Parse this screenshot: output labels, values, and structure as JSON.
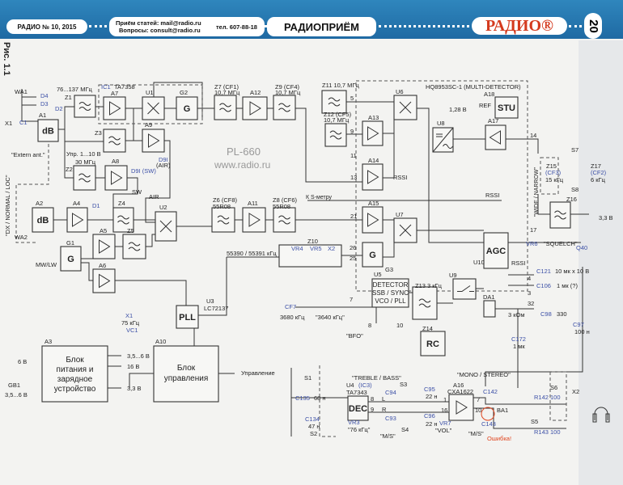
{
  "header": {
    "issue": "РАДИО № 10, 2015",
    "submissions": "Приём статей: mail@radio.ru",
    "questions": "Вопросы: consult@radio.ru",
    "phone": "тел. 607-88-18",
    "section": "РАДИОПРИЁМ",
    "logo": "РАДИО®",
    "page_number": "20"
  },
  "figure_label": "Рис. 1.1",
  "watermark": {
    "model": "PL-660",
    "site": "www.radio.ru"
  },
  "blocks": {
    "A1": "dB",
    "A2": "dB",
    "G1": "G",
    "G2": "G",
    "G3": "G",
    "PLL": "PLL",
    "STU": "STU",
    "AGC": "AGC",
    "DEC": "DEC",
    "RC": "RC",
    "det1": "DETECTOR",
    "det2": "SSB / SYNC",
    "det3": "VCO / PLL",
    "a3_1": "Блок",
    "a3_2": "питания и",
    "a3_3": "зарядное",
    "a3_4": "устройство",
    "a10_1": "Блок",
    "a10_2": "управления"
  },
  "labels": {
    "WA1": "WA1",
    "D4": "D4",
    "D3": "D3",
    "D2": "D2",
    "C1": "C1",
    "X1": "X1",
    "ext": "\"Extern ant.\"",
    "A1": "A1",
    "f76": "76...137 МГц",
    "Z1": "Z1",
    "IC1": "IC1",
    "TA7358": "TA7358",
    "A7": "A7",
    "U1": "U1",
    "G2": "G2",
    "Z3": "Z3",
    "A9": "A9",
    "upr": "Упр. 1...10 В",
    "D9air": "D9I",
    "air2": "(AIR)",
    "f30": "30 МГц",
    "Z2": "Z2",
    "A8": "A8",
    "D9sw": "D9I (SW)",
    "SW": "SW",
    "AIR": "AIR",
    "dxloc": "\"DX / NORMAL / LOC\"",
    "A2": "A2",
    "A4": "A4",
    "D1": "D1",
    "Z4": "Z4",
    "U2": "U2",
    "Z6": "Z6 (CF8)",
    "Z6b": "55R08",
    "A11": "A11",
    "Z8": "Z8 (CF6)",
    "Z8b": "55R08",
    "smeter": "К S-метру",
    "WA2": "WA2",
    "mwlw": "MW/LW",
    "A5": "A5",
    "Z5": "Z5",
    "G1": "G1",
    "A6": "A6",
    "U3": "U3",
    "LC": "LC72137",
    "X1b": "X1",
    "f75": "75 кГц",
    "VC1": "VC1",
    "f55": "55390 / 55391 кГц",
    "Z10": "Z10",
    "VR4": "VR4",
    "VR5": "VR5",
    "X2a": "X2",
    "p26": "26",
    "p25": "25",
    "G3": "G3",
    "CF7": "CF7",
    "f3680": "3680 кГц",
    "f3640": "\"3640 кГц\"",
    "p7": "7",
    "U5": "U5",
    "p8": "8",
    "p10": "10",
    "BFO": "\"BFO\"",
    "Z13": "Z13  3 кГц",
    "Z14": "Z14",
    "Z7": "Z7 (CF1)",
    "Z7b": "10,7 МГц",
    "A12": "A12",
    "Z9": "Z9 (CF4)",
    "Z9b": "10,7 МГц",
    "Z11": "Z11  10,7 МГц",
    "Z12": "Z12 (CF5)",
    "Z12b": "10,7 МГц",
    "p5": "5",
    "p9": "9",
    "p11": "11",
    "p13": "13",
    "p21": "21",
    "A13": "A13",
    "A14": "A14",
    "A15": "A15",
    "U6": "U6",
    "U7": "U7",
    "RSSI1": "RSSI",
    "RSSI2": "RSSI",
    "RSSI3": "RSSI",
    "HQ": "HQ8953SC-1 (MULTI-DETECTOR)",
    "A18": "A18",
    "REF": "REF",
    "v128": "1,28 В",
    "U8": "U8",
    "A17": "A17",
    "p14": "14",
    "p17": "17",
    "wide": "\"WIDE / NARROW\"",
    "S7": "S7",
    "Z15": "Z15",
    "CF3": "(CF3)",
    "k15": "15 кГц",
    "Z17": "Z17",
    "CF2": "(CF2)",
    "k6": "6 кГц",
    "S8": "S8",
    "Z16": "Z16",
    "v33": "3,3 В",
    "U10": "U10",
    "VR6": "VR6",
    "squelch": "\"SQUELCH\"",
    "Q40": "Q40",
    "C121": "C121",
    "c121v": "10 мк x 10 В",
    "C106": "C106",
    "c106v": "1 мк (?)",
    "C98": "C98",
    "c98v": "330",
    "p4": "4",
    "p3": "3",
    "p32": "32",
    "U9": "U9",
    "DA1": "DA1",
    "r3k": "3 кОм",
    "C172": "C172",
    "c172v": "1 мк",
    "C97": "C97",
    "c97v": "100 н",
    "A3": "A3",
    "A10": "A10",
    "v6": "6 В",
    "GB1": "GB1",
    "vgb": "3,5...6 В",
    "o1": "3,5...6 В",
    "o2": "16 В",
    "o3": "3,3 В",
    "ctrl": "Управление",
    "S1": "S1",
    "C135": "C135",
    "c135v": "68 н",
    "C134": "C134",
    "c134v": "47 н",
    "S2": "S2",
    "U4": "U4",
    "IC3": "(IC3)",
    "TA7343": "TA7343",
    "p8b": "8",
    "p9b": "9",
    "L": "L",
    "R": "R",
    "VR3": "VR3",
    "k76": "\"76 кГц\"",
    "ms1": "\"M/S\"",
    "treble": "\"TREBLE / BASS\"",
    "S3": "S3",
    "C94": "C94",
    "C95": "C95",
    "c95v": "22 н",
    "C93": "C93",
    "C96": "C96",
    "c96v": "22 н",
    "S4": "S4",
    "A16": "A16",
    "CXA": "CXA1622",
    "p1": "1",
    "p16": "16",
    "p7b": "7",
    "p10b": "10",
    "VR7": "VR7",
    "vol": "\"VOL\"",
    "ms2": "\"M/S\"",
    "C142": "C142",
    "C143": "C143",
    "err": "Ошибка!",
    "mono": "\"MONO / STEREO\"",
    "S6": "S6",
    "R142": "R142 100",
    "R143": "R143 100",
    "BA1": "BA1",
    "S5": "S5",
    "X2": "X2"
  },
  "colors": {
    "ink": "#2a2a2a",
    "ref_blue": "#3b4fa6",
    "error_red": "#e0451f",
    "header_blue": "#2579b2"
  }
}
